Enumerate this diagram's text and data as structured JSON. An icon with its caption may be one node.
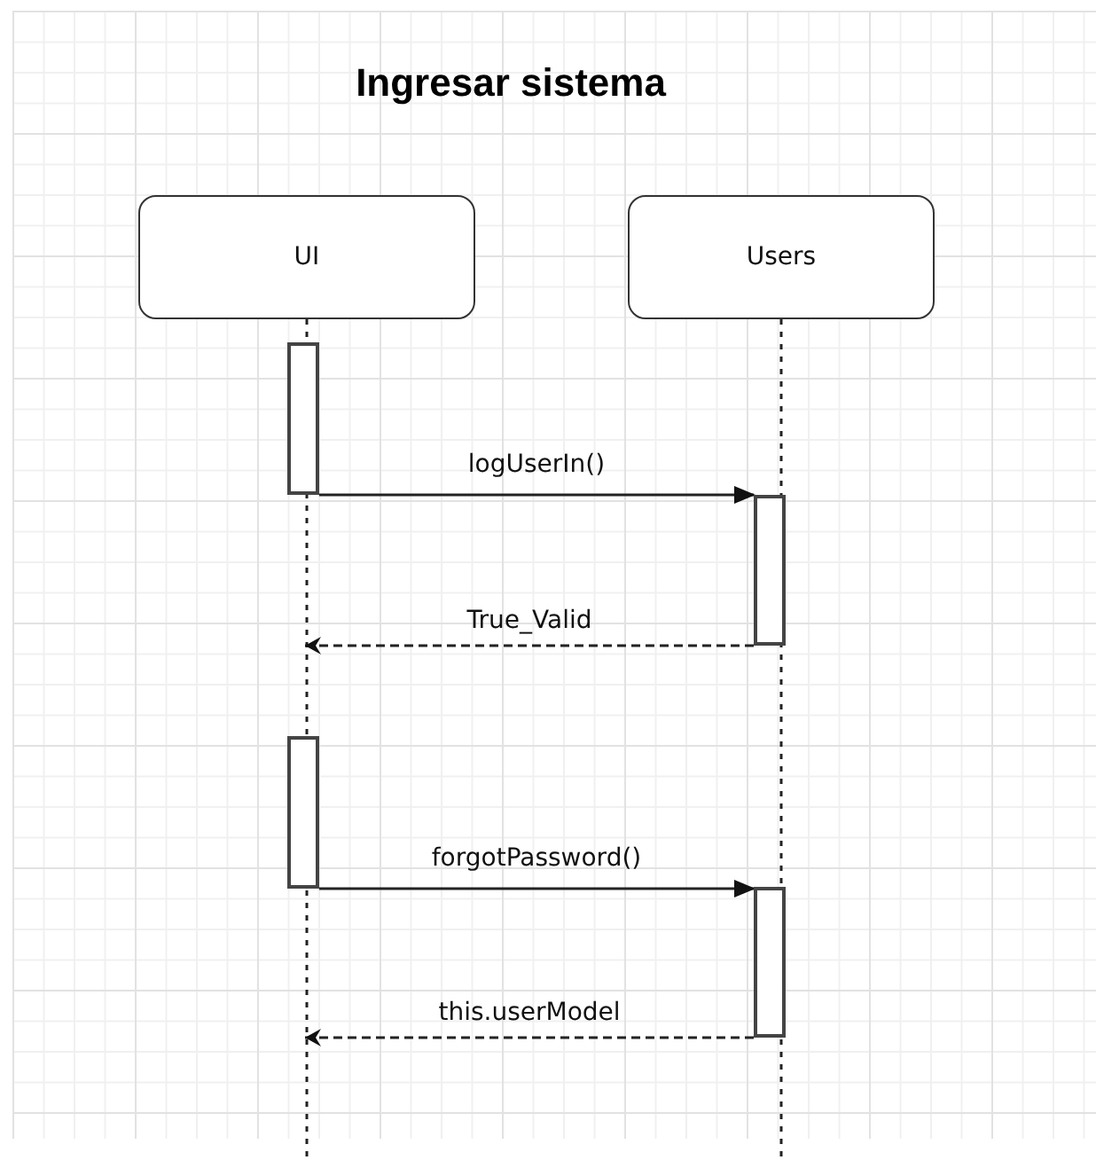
{
  "diagram": {
    "title": "Ingresar sistema",
    "nodes": [
      {
        "text": [
          "UI"
        ]
      },
      {
        "text": [
          "Users"
        ]
      },
      {
        "text": [],
        "shape": "bar"
      },
      {
        "text": [],
        "shape": "bar"
      },
      {
        "text": [],
        "shape": "bar"
      },
      {
        "text": [],
        "shape": "bar"
      }
    ],
    "edges": [
      {
        "from": 0,
        "to": null,
        "arrow": "none",
        "style": "dashed"
      },
      {
        "from": 1,
        "to": null,
        "arrow": "none",
        "style": "dashed"
      },
      {
        "from": 2,
        "to": 3,
        "arrow": "to",
        "label": "logUserIn()"
      },
      {
        "from": 3,
        "to": null,
        "arrow": "to",
        "label": "True_Valid",
        "style": "dashed"
      },
      {
        "from": 4,
        "to": 5,
        "arrow": "to",
        "label": "forgotPassword()"
      },
      {
        "from": 5,
        "to": null,
        "arrow": "to",
        "label": "this.userModel",
        "style": "dashed"
      }
    ]
  }
}
